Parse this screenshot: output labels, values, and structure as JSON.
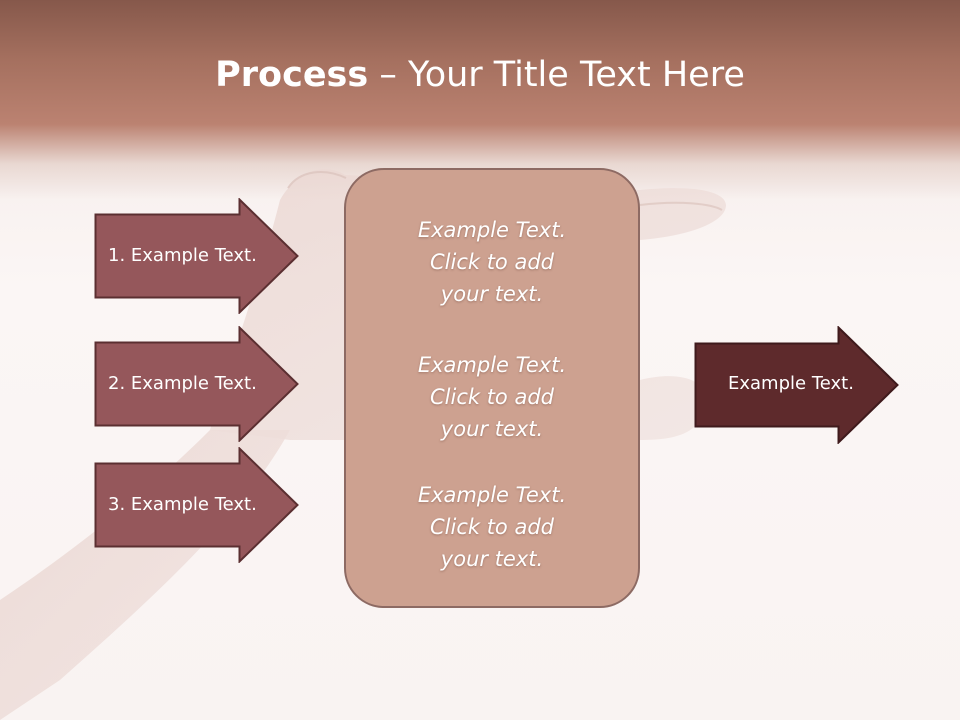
{
  "slide": {
    "title_bold": "Process",
    "title_rest": " – Your Title Text Here"
  },
  "left_arrows": [
    {
      "label": "1. Example Text."
    },
    {
      "label": "2. Example Text."
    },
    {
      "label": "3. Example Text."
    }
  ],
  "center_box": {
    "blocks": [
      {
        "line1": "Example Text.",
        "line2": "Click  to add",
        "line3": "your text."
      },
      {
        "line1": "Example Text.",
        "line2": "Click  to add",
        "line3": "your text."
      },
      {
        "line1": "Example Text.",
        "line2": "Click  to add",
        "line3": "your text."
      }
    ]
  },
  "right_arrow": {
    "label": "Example Text."
  },
  "colors": {
    "header": "#b07563",
    "left_arrow_fill": "#95575b",
    "right_arrow_fill": "#5e2a2c",
    "center_box_fill": "#cda190"
  },
  "icons": {
    "background_image": "hand-photo"
  }
}
